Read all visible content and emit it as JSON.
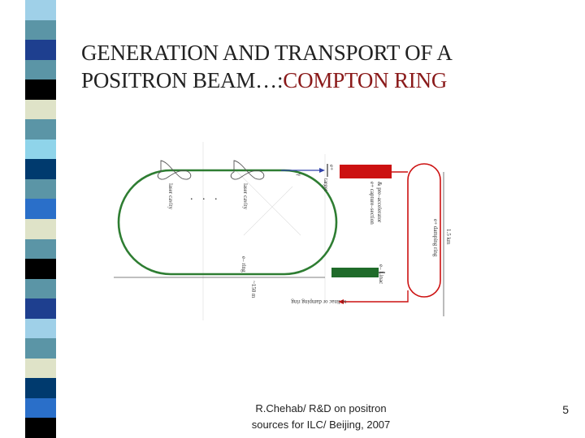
{
  "slide": {
    "title_line1": "GENERATION AND TRANSPORT OF A",
    "title_line2a": "POSITRON BEAM…:",
    "title_line2b": "COMPTON RING",
    "footer_line1": "R.Chehab/ R&D on positron",
    "footer_line2": "sources for ILC/ Beijing, 2007",
    "page_number": "5"
  },
  "left_strip": {
    "colors": [
      "#9fd0e8",
      "#5b95a6",
      "#1e3f8f",
      "#5b95a6",
      "#000000",
      "#dfe3c8",
      "#5b95a6",
      "#8fd4ea",
      "#003a6e",
      "#5b95a6",
      "#2a6fc9",
      "#dfe3c8",
      "#5b95a6",
      "#000000",
      "#5b95a6",
      "#1e3f8f",
      "#9fd0e8",
      "#5b95a6",
      "#dfe3c8",
      "#003a6e",
      "#2a6fc9",
      "#000000"
    ]
  },
  "diagram": {
    "laser_cavity_1": "laser cavity",
    "laser_cavity_2": "laser cavity",
    "dots": ". . .",
    "gamma": "γ",
    "e_plus": "e+",
    "target": "target",
    "capture_1": "e+ capture–section",
    "capture_2": "& pre–accelerator",
    "damping_ring": "e+ damping ring",
    "length_1_5km": "1.5 km",
    "e_ring": "e– ring",
    "e_linac": "e– Linac",
    "length_150m": "~150 m",
    "to_linac": "to linac or damping ring"
  },
  "colors": {
    "ring": "#2e7d32",
    "capture_section": "#cc1111",
    "linac": "#1f6b2a",
    "damping_ring": "#cc1111",
    "gamma_arrow": "#3344aa"
  }
}
